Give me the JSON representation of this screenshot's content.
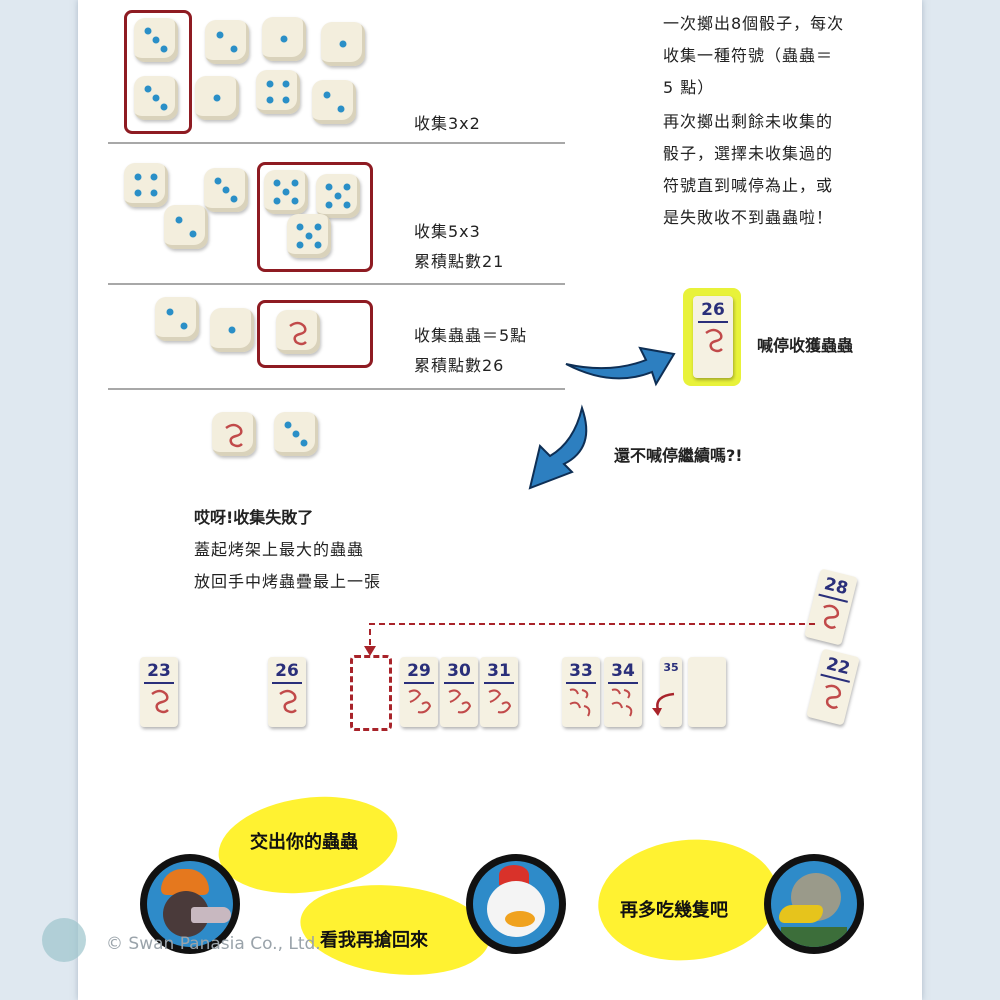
{
  "intro": {
    "lines": [
      "一次擲出8個骰子，每次",
      "收集一種符號（蟲蟲＝",
      " 5 點）",
      "再次擲出剩餘未收集的",
      "骰子，選擇未收集過的",
      "符號直到喊停為止，或",
      "是失敗收不到蟲蟲啦！"
    ]
  },
  "steps": {
    "step1": {
      "label": "收集3x2"
    },
    "step2": {
      "label": "收集5x3",
      "total": "累積點數21"
    },
    "step3": {
      "label": "收集蟲蟲＝5點",
      "total": "累積點數26"
    }
  },
  "stop": {
    "tile": "26",
    "label": "喊停收獲蟲蟲"
  },
  "continue": {
    "label": "還不喊停繼續嗎?!"
  },
  "fail": {
    "title": "哎呀!收集失敗了",
    "line1": "蓋起烤架上最大的蟲蟲",
    "line2": "放回手中烤蟲疊最上一張"
  },
  "grill_tiles": [
    "23",
    "26",
    "29",
    "30",
    "31",
    "33",
    "34",
    "35"
  ],
  "hand_tiles": [
    "28",
    "22"
  ],
  "bubbles": {
    "b1": "交出你的蟲蟲",
    "b2": "看我再搶回來",
    "b3": "再多吃幾隻吧"
  },
  "copyright": "© Swan Panasia Co., Ltd.",
  "colors": {
    "accent": "#8e1b22",
    "pip": "#2a8fc7",
    "bubble": "#fff231",
    "tile_number": "#2a2f7a",
    "arrow": "#2d7fc0",
    "highlight": "#e8f23a"
  }
}
